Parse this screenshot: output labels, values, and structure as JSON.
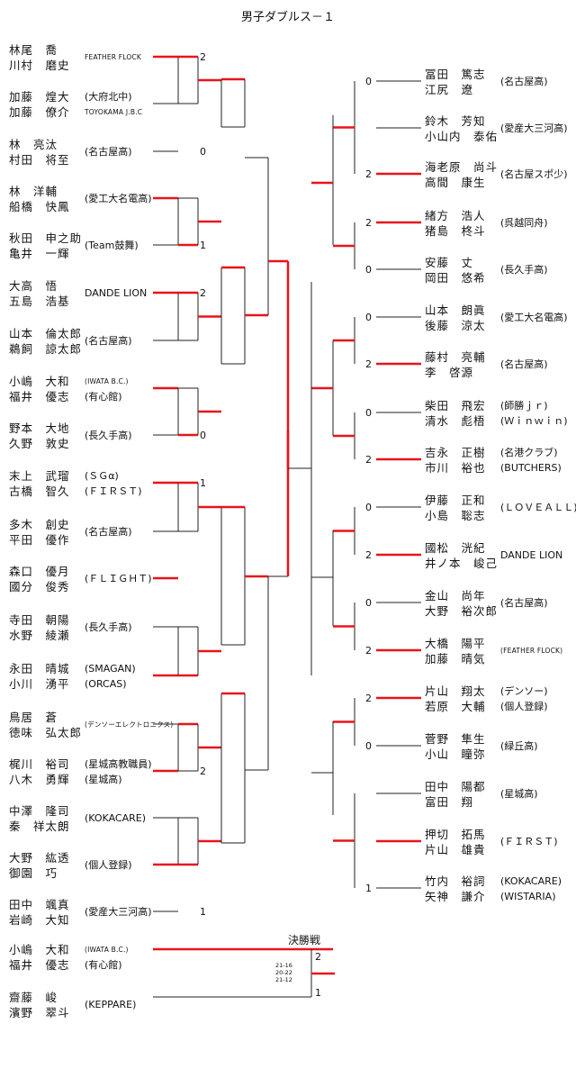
{
  "title": "男子ダブルス－１",
  "final_label": "決勝戦",
  "left": [
    {
      "p1": "林尾　喬",
      "p2": "川村　磨史",
      "club": "FEATHER FLOCK",
      "seed": "2"
    },
    {
      "p1": "加藤　煌大",
      "p2": "加藤　僚介",
      "club": "(大府北中)",
      "club2": "TOYOKAMA J.B.C",
      "seed": ""
    },
    {
      "p1": "林　亮汰",
      "p2": "村田　将至",
      "club": "(名古屋高)",
      "seed": "0"
    },
    {
      "p1": "林　洋輔",
      "p2": "船橋　快鳳",
      "club": "(愛工大名電高)",
      "seed": ""
    },
    {
      "p1": "秋田　申之助",
      "p2": "亀井　一輝",
      "club": "(Team鼓舞)",
      "seed": "1"
    },
    {
      "p1": "大高　悟",
      "p2": "五島　浩基",
      "club": "DANDE LION",
      "seed": "2"
    },
    {
      "p1": "山本　倫太郎",
      "p2": "鵜飼　諒太郎",
      "club": "(名古屋高)",
      "seed": ""
    },
    {
      "p1": "小嶋　大和",
      "p2": "福井　優志",
      "club": "(IWATA B.C.)",
      "club2": "(有心館)",
      "seed": ""
    },
    {
      "p1": "野本　大地",
      "p2": "久野　敦史",
      "club": "(長久手高)",
      "seed": "0"
    },
    {
      "p1": "末上　武瑠",
      "p2": "古橋　智久",
      "club": "(ＳＧα)",
      "club2": "(ＦＩＲＳＴ)",
      "seed": "1"
    },
    {
      "p1": "多木　創史",
      "p2": "平田　優作",
      "club": "(名古屋高)",
      "seed": ""
    },
    {
      "p1": "森口　優月",
      "p2": "國分　俊秀",
      "club": "(ＦＬＩＧＨＴ)",
      "seed": ""
    },
    {
      "p1": "寺田　朝陽",
      "p2": "水野　綾瀬",
      "club": "(長久手高)",
      "seed": ""
    },
    {
      "p1": "永田　晴城",
      "p2": "小川　湧平",
      "club": "(SMAGAN)",
      "club2": "(ORCAS)",
      "seed": ""
    },
    {
      "p1": "鳥居　蒼",
      "p2": "徳味　弘太郎",
      "club": "(デンソーエレクトロニクス)",
      "seed": ""
    },
    {
      "p1": "梶川　裕司",
      "p2": "八木　勇輝",
      "club": "(星城高教職員)",
      "club2": "(星城高)",
      "seed": "2"
    },
    {
      "p1": "中澤　隆司",
      "p2": "秦　祥太朗",
      "club": "(KOKACARE)",
      "seed": ""
    },
    {
      "p1": "大野　紘透",
      "p2": "御園　巧",
      "club": "(個人登録)",
      "seed": ""
    },
    {
      "p1": "田中　颯真",
      "p2": "岩崎　大知",
      "club": "(愛産大三河高)",
      "seed": "1"
    }
  ],
  "right": [
    {
      "p1": "冨田　篤志",
      "p2": "江尻　遼",
      "club": "(名古屋高)",
      "seed": "0"
    },
    {
      "p1": "鈴木　芳知",
      "p2": "小山内　泰佑",
      "club": "(愛産大三河高)",
      "seed": ""
    },
    {
      "p1": "海老原　尚斗",
      "p2": "高間　康生",
      "club": "(名古屋スポ少)",
      "seed": "2"
    },
    {
      "p1": "緒方　浩人",
      "p2": "猪島　柊斗",
      "club": "(呉越同舟)",
      "seed": "2"
    },
    {
      "p1": "安藤　丈",
      "p2": "岡田　悠希",
      "club": "(長久手高)",
      "seed": "0"
    },
    {
      "p1": "山本　朗眞",
      "p2": "後藤　涼太",
      "club": "(愛工大名電高)",
      "seed": "0"
    },
    {
      "p1": "藤村　亮輔",
      "p2": "李　啓源",
      "club": "(名古屋高)",
      "seed": "2"
    },
    {
      "p1": "柴田　飛宏",
      "p2": "清水　彪梧",
      "club": "(師勝ｊｒ)",
      "club2": "(Ｗｉｎｗｉｎ)",
      "seed": "0"
    },
    {
      "p1": "吉永　正樹",
      "p2": "市川　裕也",
      "club": "(名港クラブ)",
      "club2": "(BUTCHERS)",
      "seed": "2"
    },
    {
      "p1": "伊藤　正和",
      "p2": "小島　聡志",
      "club": "(ＬＯＶＥＡＬＬ)",
      "seed": "0"
    },
    {
      "p1": "國松　洸紀",
      "p2": "井ノ本　峻己",
      "club": "DANDE LION",
      "seed": "2"
    },
    {
      "p1": "金山　尚年",
      "p2": "大野　裕次郎",
      "club": "(名古屋高)",
      "seed": "0"
    },
    {
      "p1": "大橋　陽平",
      "p2": "加藤　晴気",
      "club": "(FEATHER FLOCK)",
      "seed": "2"
    },
    {
      "p1": "片山　翔太",
      "p2": "若原　大輔",
      "club": "(デンソー)",
      "club2": "(個人登録)",
      "seed": "2"
    },
    {
      "p1": "菅野　隼生",
      "p2": "小山　瞳弥",
      "club": "(緑丘高)",
      "seed": "0"
    },
    {
      "p1": "田中　陽都",
      "p2": "富田　翔",
      "club": "(星城高)",
      "seed": ""
    },
    {
      "p1": "押切　拓馬",
      "p2": "片山　雄貴",
      "club": "(ＦＩＲＳＴ)",
      "seed": ""
    },
    {
      "p1": "竹内　裕詞",
      "p2": "矢神　謙介",
      "club": "(KOKACARE)",
      "club2": "(WISTARIA)",
      "seed": "1"
    }
  ],
  "final": [
    {
      "p1": "小嶋　大和",
      "p2": "福井　優志",
      "club": "(IWATA B.C.)",
      "club2": "(有心館)",
      "seed": "2"
    },
    {
      "p1": "齋藤　峻",
      "p2": "濱野　翠斗",
      "club": "(KEPPARE)",
      "seed": "1"
    }
  ],
  "final_scores": [
    "21-16",
    "20-22",
    "21-12"
  ]
}
